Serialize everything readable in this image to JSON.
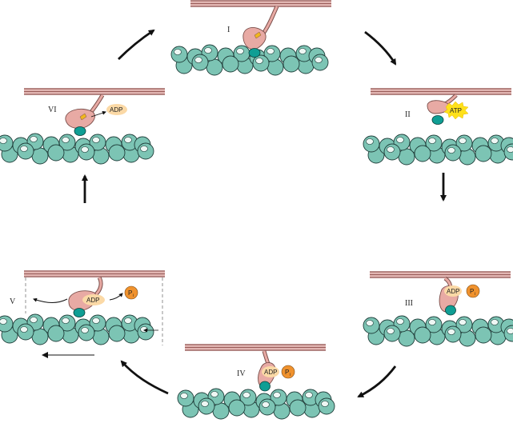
{
  "stages": [
    {
      "roman": "I",
      "labels": []
    },
    {
      "roman": "II",
      "labels": [
        "ATP"
      ]
    },
    {
      "roman": "III",
      "labels": [
        "ADP",
        "P",
        "i"
      ]
    },
    {
      "roman": "IV",
      "labels": [
        "ADP",
        "P",
        "i"
      ]
    },
    {
      "roman": "V",
      "labels": [
        "ADP",
        "P",
        "i"
      ]
    },
    {
      "roman": "VI",
      "labels": [
        "ADP"
      ]
    }
  ],
  "colors": {
    "actin": "#7cc4b4",
    "actin_stroke": "#1f3e3a",
    "myosin": "#e8aaa4",
    "myosin_stroke": "#7a4e4a",
    "filament": "#d9a3a0",
    "catalytic": "#f0b61e",
    "light_chain": "#0f9e94",
    "adp_halo": "#fbd9a6",
    "atp_burst": "#ffe11a",
    "phosphate": "#f0922d"
  },
  "icons": [
    "cycle-arrow-icon",
    "motion-arrow-icon",
    "release-arrow-icon"
  ]
}
